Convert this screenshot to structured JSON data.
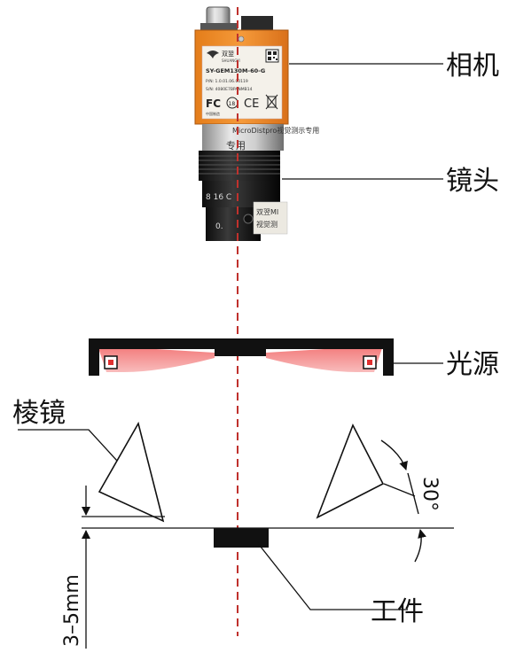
{
  "labels": {
    "camera": "相机",
    "lens": "镜头",
    "light_source": "光源",
    "prism": "棱镜",
    "workpiece": "工件"
  },
  "annotations": {
    "angle": "30°",
    "distance": "3–5mm"
  },
  "camera_body": {
    "brand_cn": "双翌",
    "brand_en": "SHUANGYI",
    "model": "SY-GEM130M-60-G",
    "pn": "P/N: 1.0.01.06.00119",
    "sn": "S/N: 4080E7BPANMB14",
    "made_in": "中国制造",
    "cert_fc": "FC",
    "cert_ce": "CE",
    "cert_num": "18"
  },
  "lens_body": {
    "ring_text": "MicroDistpro视觉测示专用",
    "ring_text2": "专用",
    "aperture_marks": "8 16 C",
    "aperture_zero": "0.",
    "sticker_line1": "双翌MI",
    "sticker_line2": "视觉测"
  },
  "colors": {
    "camera_orange": "#f08a24",
    "axis_red": "#c0312d",
    "light_red": "#ee6a6a",
    "stroke": "#111111"
  }
}
